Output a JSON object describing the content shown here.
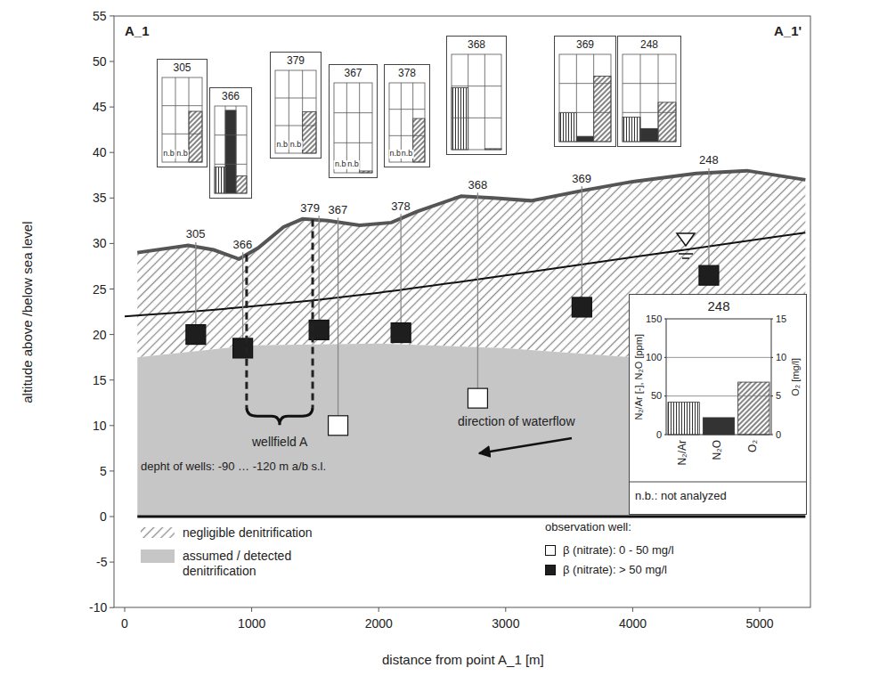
{
  "diagram": {
    "nodes": [
      {
        "text": [
          "305",
          "n.b",
          "n.b"
        ]
      },
      {
        "text": [
          "366"
        ]
      },
      {
        "text": [
          "379",
          "n.b",
          "n.b"
        ]
      },
      {
        "text": [
          "367",
          "n.b",
          "n.b"
        ]
      },
      {
        "text": [
          "378",
          "n.b",
          "n.b"
        ]
      },
      {
        "text": [
          "368"
        ]
      },
      {
        "text": [
          "369"
        ]
      },
      {
        "text": [
          "248"
        ]
      },
      {
        "text": [
          "248",
          "N₂/Ar [-], N₂O [ppm]",
          "O₂ [mg/l]",
          "n.b.: not analyzed"
        ]
      }
    ],
    "labels": [
      "A_1",
      "A_1'",
      "altitude above /below sea level",
      "distance from point A_1 [m]",
      "55",
      "50",
      "45",
      "40",
      "35",
      "30",
      "25",
      "20",
      "15",
      "10",
      "5",
      "0",
      "-5",
      "-10",
      "0",
      "1000",
      "2000",
      "3000",
      "4000",
      "5000",
      "305",
      "366",
      "379",
      "367",
      "378",
      "368",
      "369",
      "248",
      "wellfield A",
      "depht of wells: -90 … -120 m a/b s.l.",
      "direction of waterflow",
      "0",
      "50",
      "100",
      "150",
      "0",
      "5",
      "10",
      "15",
      "N₂/Ar",
      "N₂O",
      "O₂",
      "observation well:"
    ],
    "legend": [
      {
        "text": "negligible denitrification"
      },
      {
        "text": "assumed / detected denitrification",
        "color": "#c6c6c6"
      },
      {
        "text": "β (nitrate): 0 - 50 mg/l",
        "color": "#ffffff"
      },
      {
        "text": "β (nitrate): > 50 mg/l",
        "color": "#1e1e1e"
      }
    ]
  }
}
